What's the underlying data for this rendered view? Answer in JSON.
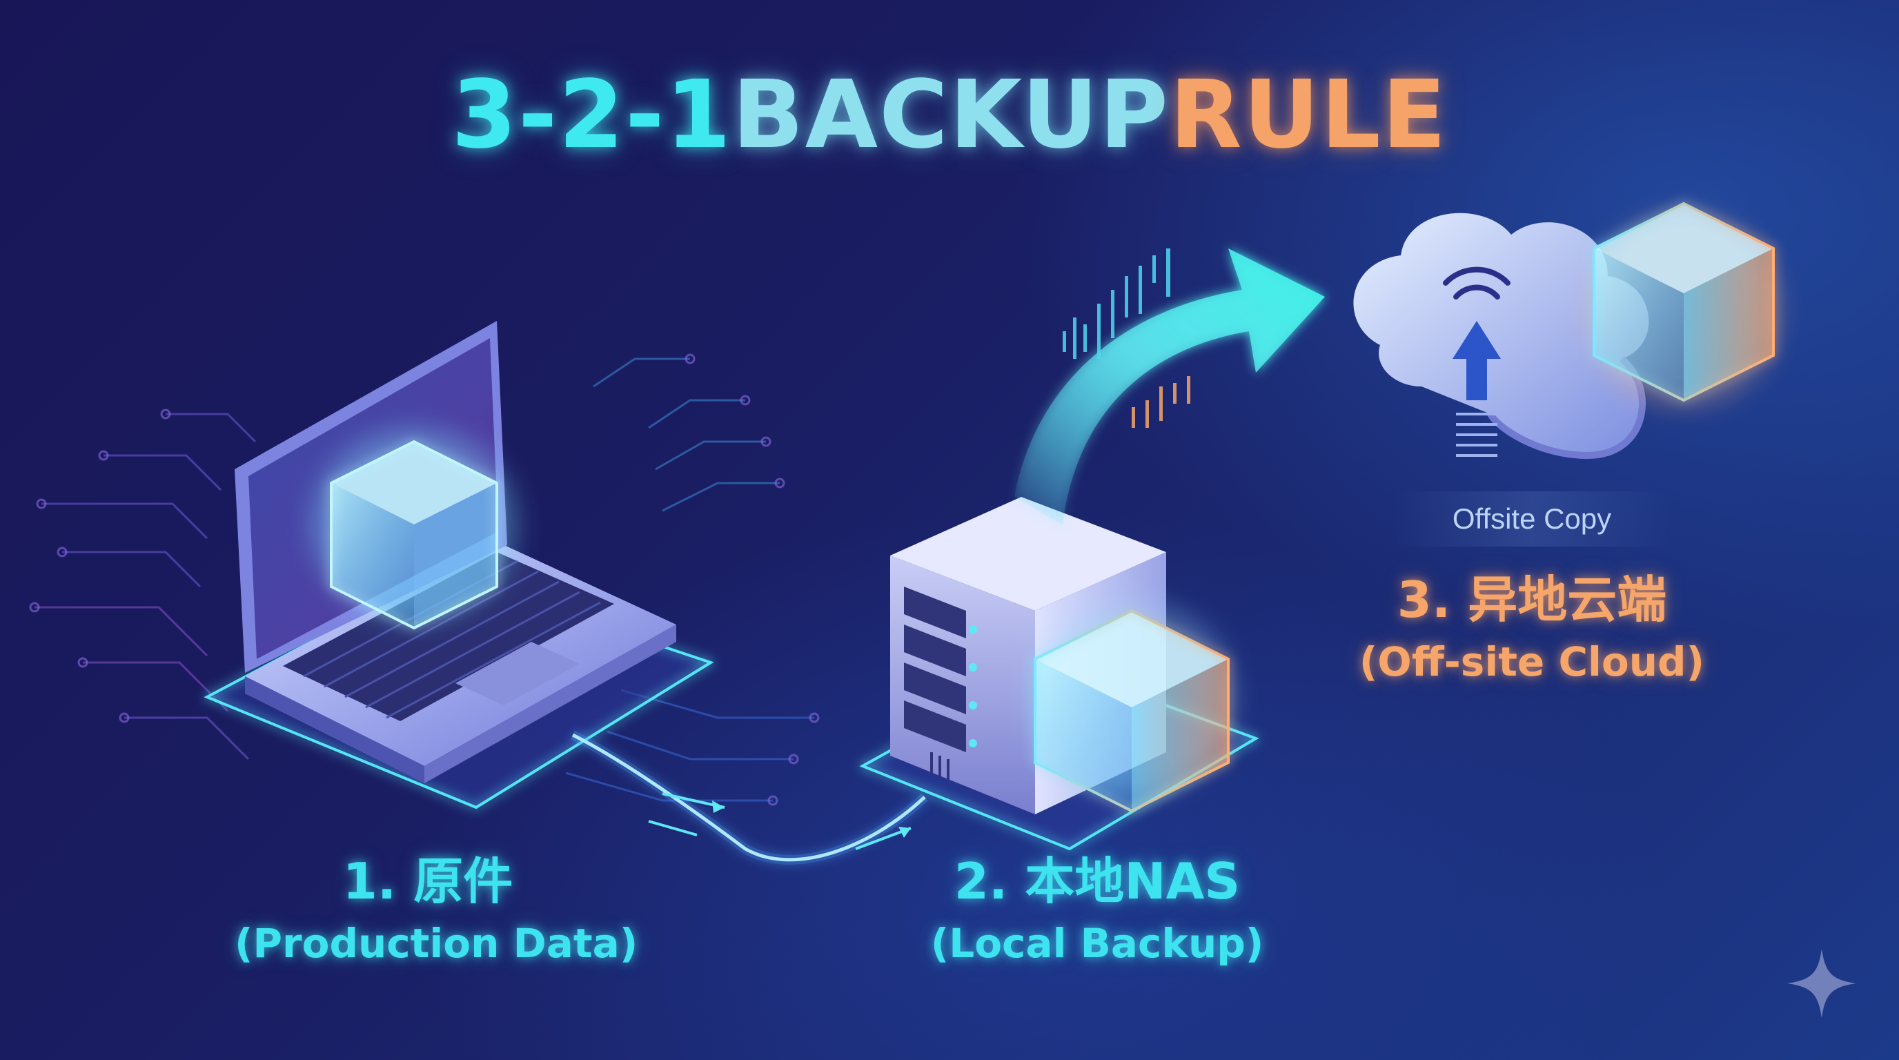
{
  "title": {
    "part1": "3-2-1 ",
    "part2": "BACKUP ",
    "part3": "RULE"
  },
  "steps": [
    {
      "number_label": "1. 原件",
      "english": "(Production Data)",
      "color": "#3ee3f0",
      "device": "laptop-icon"
    },
    {
      "number_label": "2. 本地NAS",
      "english": "(Local Backup)",
      "color": "#3ee3f0",
      "device": "nas-server-icon"
    },
    {
      "number_label": "3. 异地云端",
      "english": "(Off-site Cloud)",
      "color": "#f6a66a",
      "device": "cloud-icon"
    }
  ],
  "offsite_tag": "Offsite Copy",
  "colors": {
    "accent_cyan": "#3ee9f0",
    "accent_orange": "#f6a36a",
    "background": "#181657"
  }
}
